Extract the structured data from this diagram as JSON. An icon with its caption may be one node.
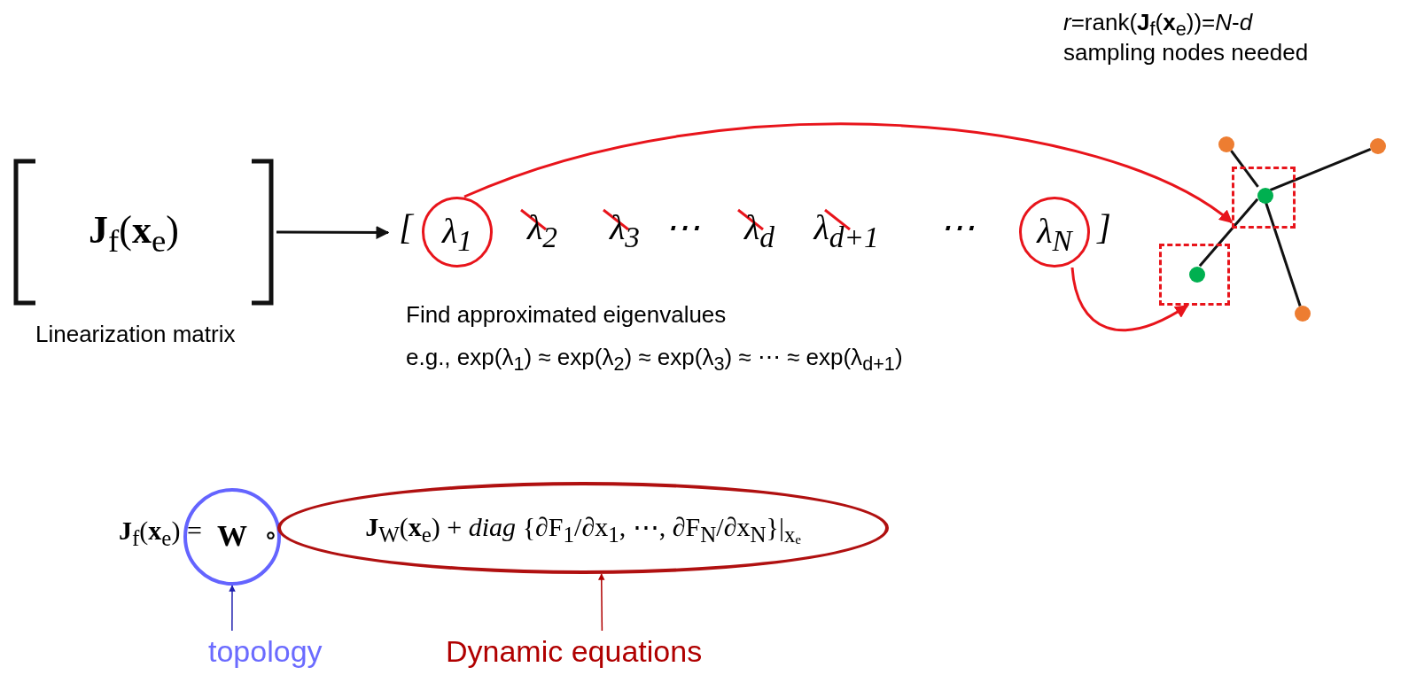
{
  "diagram": {
    "nodes": [
      {
        "text": [
          "**J**$_{f}$(**x**$_{e}$)"
        ],
        "beside": [
          "Linearization matrix"
        ]
      },
      {
        "text": [
          "[",
          "λ$_{2}$",
          "λ$_{3}$",
          "⋯",
          "λ$_{d}$",
          "λ$_{d+1}$",
          "⋯",
          "]"
        ],
        "beside": [
          "Find approximated eigenvalues",
          "e.g., exp(λ$_{1}$) ≈ exp(λ$_{2}$) ≈ exp(λ$_{3}$) ≈ ⋯ ≈ exp(λ$_{d+1}$)"
        ]
      },
      {
        "text": [
          "λ$_{1}$"
        ],
        "in": 1
      },
      {
        "text": [
          "λ$_{N}$"
        ],
        "in": 1
      },
      {
        "text": [],
        "shape": "circle"
      },
      {
        "text": [],
        "shape": "circle"
      },
      {
        "text": [],
        "shape": "box"
      },
      {
        "text": [],
        "shape": "circle",
        "in": 6
      },
      {
        "text": [],
        "shape": "box"
      },
      {
        "text": [],
        "shape": "circle",
        "in": 8
      },
      {
        "text": [],
        "shape": "circle"
      },
      {
        "text": [
          "**W**"
        ]
      },
      {
        "text": [
          "**J**$_{W}$(**x**$_{e}$) + *diag* {∂F$_{1}$/∂x$_{1}$, ⋯, ∂F$_{N}$/∂x$_{N}$}|$_{xₑ}$"
        ]
      },
      {
        "text": [
          "topology"
        ]
      },
      {
        "text": [
          "Dynamic equations"
        ]
      }
    ],
    "edges": [
      {
        "from": 0,
        "to": 1,
        "arrow": "to"
      },
      {
        "from": 2,
        "to": 6,
        "arrow": "to",
        "color": "#e8141b"
      },
      {
        "from": 3,
        "to": 8,
        "arrow": "to",
        "color": "#e8141b"
      },
      {
        "from": 4,
        "to": 7,
        "arrow": "none"
      },
      {
        "from": 7,
        "to": 10,
        "arrow": "none"
      },
      {
        "from": 5,
        "to": 7,
        "arrow": "none"
      },
      {
        "from": 9,
        "to": 7,
        "arrow": "none"
      },
      {
        "from": 13,
        "to": 11,
        "arrow": "to",
        "color": "#1f1fae"
      },
      {
        "from": 14,
        "to": 12,
        "arrow": "to",
        "color": "#b00000"
      }
    ],
    "labels": [
      "*r*=rank(**J**$_{f}$(**x**$_{e}$))=*N*-*d*",
      "sampling nodes needed",
      "**J**$_{f}$(**x**$_{e}$) =",
      "∘"
    ]
  }
}
